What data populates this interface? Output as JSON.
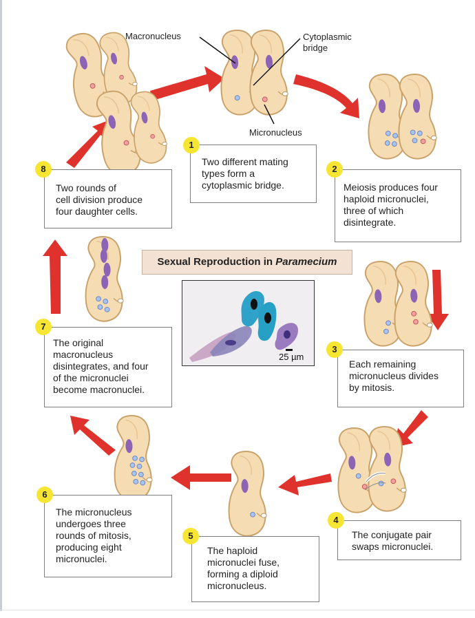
{
  "title": {
    "prefix": "Sexual Reproduction in ",
    "organism": "Paramecium"
  },
  "labels": {
    "macronucleus": "Macronucleus",
    "cytoplasmic_bridge": "Cytoplasmic\nbridge",
    "micronucleus": "Micronucleus"
  },
  "scale_bar": "25 µm",
  "steps": [
    {
      "num": "1",
      "text": "Two different mating\ntypes form a\ncytoplasmic bridge."
    },
    {
      "num": "2",
      "text": "Meiosis produces four\nhaploid micronuclei,\nthree of which\ndisintegrate."
    },
    {
      "num": "3",
      "text": "Each remaining\nmicronucleus divides\nby mitosis."
    },
    {
      "num": "4",
      "text": "The conjugate pair\nswaps micronuclei."
    },
    {
      "num": "5",
      "text": "The haploid\nmicronuclei fuse,\nforming a diploid\nmicronucleus."
    },
    {
      "num": "6",
      "text": "The micronucleus\nundergoes three\nrounds of mitosis,\nproducing eight\nmicronuclei."
    },
    {
      "num": "7",
      "text": "The original\nmacronucleus\ndisintegrates, and four\nof the micronuclei\nbecome macronuclei."
    },
    {
      "num": "8",
      "text": "Two rounds of\ncell division produce\nfour daughter cells."
    }
  ],
  "colors": {
    "cell_fill": "#f6dcb3",
    "cell_outline": "#c9a26b",
    "macronucleus": "#8d63b5",
    "micronucleus_blue": "#a9c4ef",
    "micronucleus_red": "#f2a1a1",
    "arrow": "#e0322c",
    "number_badge": "#f7e533",
    "title_bg": "#f3e1d3"
  }
}
